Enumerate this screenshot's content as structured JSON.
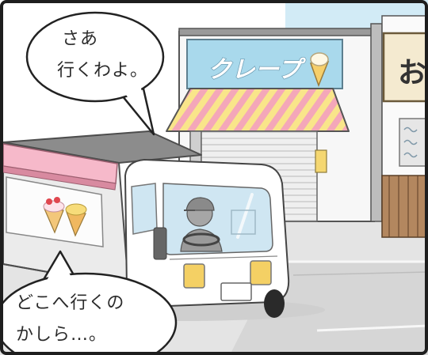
{
  "speech_top": {
    "lines": [
      "さあ",
      "行くわよ。"
    ]
  },
  "speech_bottom": {
    "lines": [
      "どこへ行くの",
      "かしら…。"
    ]
  },
  "signs": {
    "crepe_shop": "クレープ",
    "right_shop": "お"
  },
  "colors": {
    "sky": "#d2ebf6",
    "crepe_sign": "#a9d9ec",
    "awning_pink": "#f4a7b9",
    "awning_yellow": "#f9e58a",
    "truck_awning": "#f6b9ca",
    "headlights": "#f4d064"
  }
}
